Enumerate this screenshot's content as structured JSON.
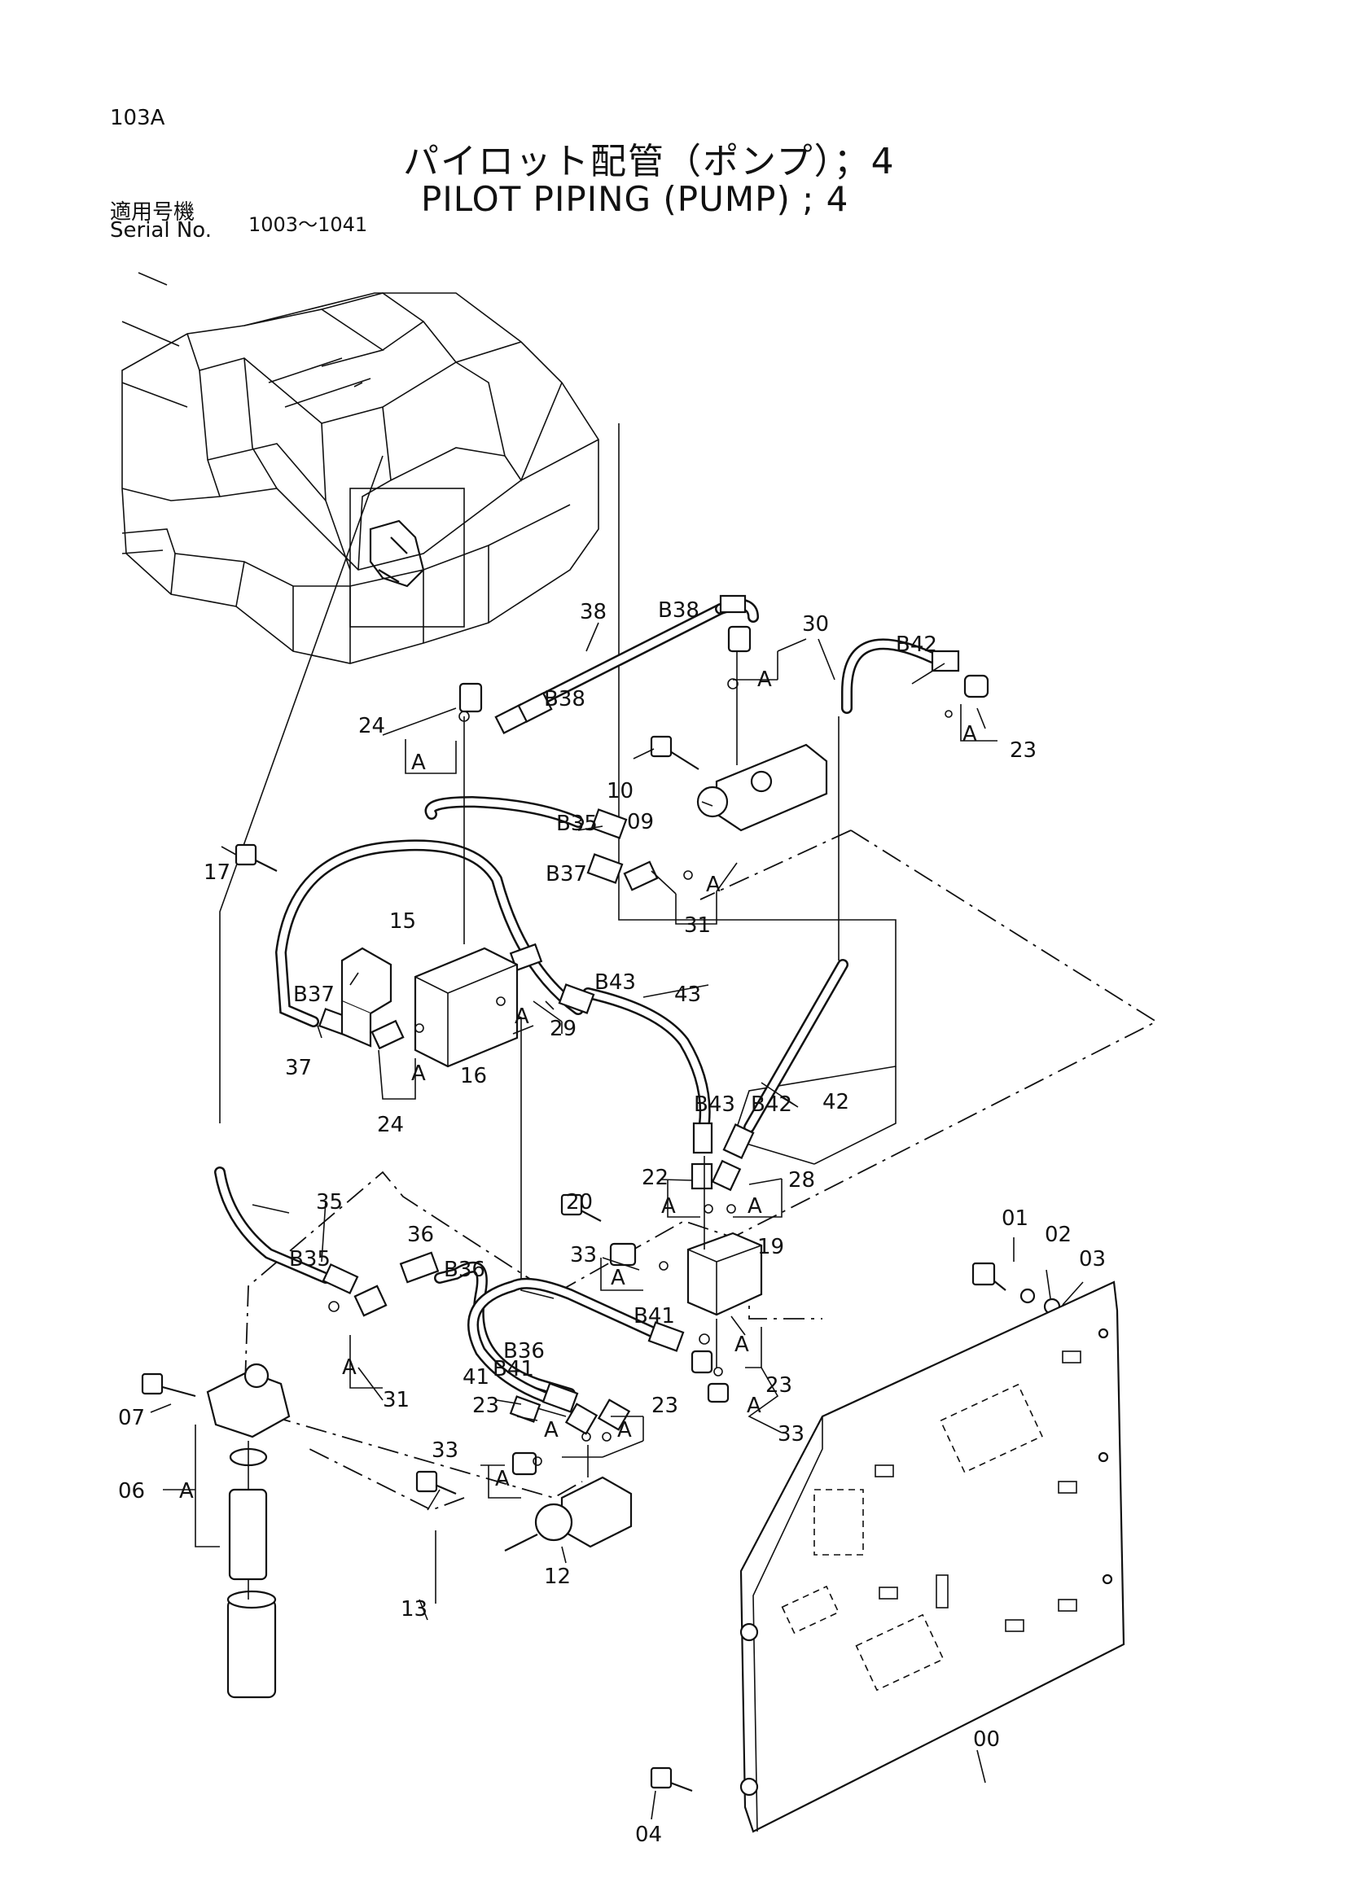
{
  "header": {
    "page_no": "103A",
    "title_jp": "パイロット配管（ポンプ）；4",
    "title_en": "PILOT PIPING (PUMP) ; 4",
    "serial_label_jp": "適用号機",
    "serial_label_en": "Serial No.",
    "serial_range": "1003～1041"
  },
  "callouts": [
    "38",
    "B38",
    "B38",
    "30",
    "B42",
    "23",
    "24",
    "10",
    "09",
    "B35",
    "17",
    "B37",
    "31",
    "15",
    "29",
    "B43",
    "43",
    "B37",
    "37",
    "16",
    "24",
    "42",
    "B43",
    "B42",
    "22",
    "28",
    "35",
    "20",
    "01",
    "02",
    "03",
    "19",
    "33",
    "36",
    "B35",
    "B36",
    "B41",
    "23",
    "31",
    "B36",
    "41",
    "B41",
    "23",
    "23",
    "33",
    "07",
    "33",
    "06",
    "13",
    "12",
    "00",
    "04"
  ],
  "connection_mark": "A"
}
